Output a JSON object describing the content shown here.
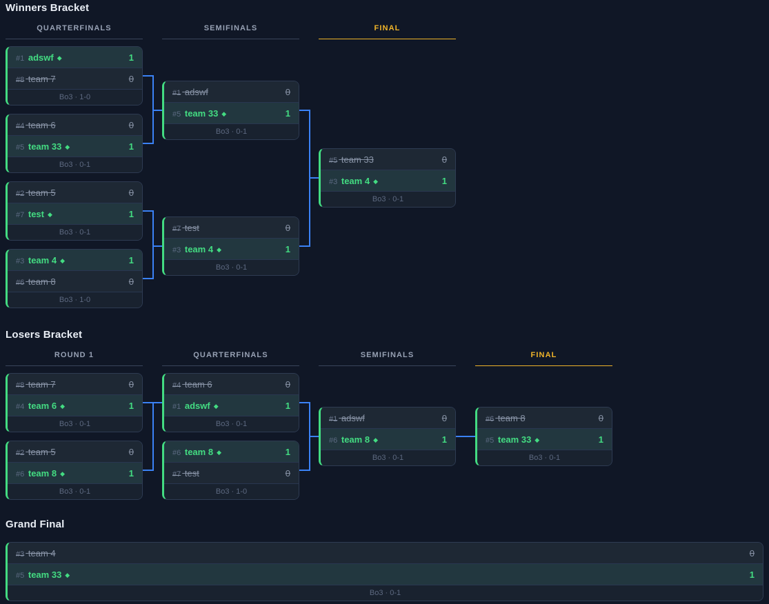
{
  "colors": {
    "winner_green": "#43dc82",
    "connector_blue": "#3b82f6",
    "final_gold": "#f0b429"
  },
  "icons": {
    "winner_diamond": "◆"
  },
  "sections": [
    {
      "id": "winners",
      "title": "Winners Bracket",
      "rounds": [
        {
          "label": "QUARTERFINALS",
          "final": false,
          "matches": [
            {
              "top": {
                "seed": "#1",
                "name": "adswf",
                "winner": true,
                "score": "1"
              },
              "bottom": {
                "seed": "#8",
                "name": "team 7",
                "winner": false,
                "score": "0"
              },
              "footer": "Bo3 · 1-0"
            },
            {
              "top": {
                "seed": "#4",
                "name": "team 6",
                "winner": false,
                "score": "0"
              },
              "bottom": {
                "seed": "#5",
                "name": "team 33",
                "winner": true,
                "score": "1"
              },
              "footer": "Bo3 · 0-1"
            },
            {
              "top": {
                "seed": "#2",
                "name": "team 5",
                "winner": false,
                "score": "0"
              },
              "bottom": {
                "seed": "#7",
                "name": "test",
                "winner": true,
                "score": "1"
              },
              "footer": "Bo3 · 0-1"
            },
            {
              "top": {
                "seed": "#3",
                "name": "team 4",
                "winner": true,
                "score": "1"
              },
              "bottom": {
                "seed": "#6",
                "name": "team 8",
                "winner": false,
                "score": "0"
              },
              "footer": "Bo3 · 1-0"
            }
          ]
        },
        {
          "label": "SEMIFINALS",
          "final": false,
          "matches": [
            {
              "top": {
                "seed": "#1",
                "name": "adswf",
                "winner": false,
                "score": "0"
              },
              "bottom": {
                "seed": "#5",
                "name": "team 33",
                "winner": true,
                "score": "1"
              },
              "footer": "Bo3 · 0-1"
            },
            {
              "top": {
                "seed": "#7",
                "name": "test",
                "winner": false,
                "score": "0"
              },
              "bottom": {
                "seed": "#3",
                "name": "team 4",
                "winner": true,
                "score": "1"
              },
              "footer": "Bo3 · 0-1"
            }
          ]
        },
        {
          "label": "FINAL",
          "final": true,
          "matches": [
            {
              "top": {
                "seed": "#5",
                "name": "team 33",
                "winner": false,
                "score": "0"
              },
              "bottom": {
                "seed": "#3",
                "name": "team 4",
                "winner": true,
                "score": "1"
              },
              "footer": "Bo3 · 0-1"
            }
          ]
        }
      ]
    },
    {
      "id": "losers",
      "title": "Losers Bracket",
      "rounds": [
        {
          "label": "ROUND 1",
          "final": false,
          "matches": [
            {
              "top": {
                "seed": "#8",
                "name": "team 7",
                "winner": false,
                "score": "0"
              },
              "bottom": {
                "seed": "#4",
                "name": "team 6",
                "winner": true,
                "score": "1"
              },
              "footer": "Bo3 · 0-1"
            },
            {
              "top": {
                "seed": "#2",
                "name": "team 5",
                "winner": false,
                "score": "0"
              },
              "bottom": {
                "seed": "#6",
                "name": "team 8",
                "winner": true,
                "score": "1"
              },
              "footer": "Bo3 · 0-1"
            }
          ]
        },
        {
          "label": "QUARTERFINALS",
          "final": false,
          "matches": [
            {
              "top": {
                "seed": "#4",
                "name": "team 6",
                "winner": false,
                "score": "0"
              },
              "bottom": {
                "seed": "#1",
                "name": "adswf",
                "winner": true,
                "score": "1"
              },
              "footer": "Bo3 · 0-1"
            },
            {
              "top": {
                "seed": "#6",
                "name": "team 8",
                "winner": true,
                "score": "1"
              },
              "bottom": {
                "seed": "#7",
                "name": "test",
                "winner": false,
                "score": "0"
              },
              "footer": "Bo3 · 1-0"
            }
          ]
        },
        {
          "label": "SEMIFINALS",
          "final": false,
          "matches": [
            {
              "top": {
                "seed": "#1",
                "name": "adswf",
                "winner": false,
                "score": "0"
              },
              "bottom": {
                "seed": "#6",
                "name": "team 8",
                "winner": true,
                "score": "1"
              },
              "footer": "Bo3 · 0-1"
            }
          ]
        },
        {
          "label": "FINAL",
          "final": true,
          "matches": [
            {
              "top": {
                "seed": "#6",
                "name": "team 8",
                "winner": false,
                "score": "0"
              },
              "bottom": {
                "seed": "#5",
                "name": "team 33",
                "winner": true,
                "score": "1"
              },
              "footer": "Bo3 · 0-1"
            }
          ]
        }
      ]
    },
    {
      "id": "grand",
      "title": "Grand Final",
      "rounds": [
        {
          "label": null,
          "final": false,
          "matches": [
            {
              "top": {
                "seed": "#3",
                "name": "team 4",
                "winner": false,
                "score": "0"
              },
              "bottom": {
                "seed": "#5",
                "name": "team 33",
                "winner": true,
                "score": "1"
              },
              "footer": "Bo3 · 0-1"
            }
          ]
        }
      ]
    }
  ]
}
